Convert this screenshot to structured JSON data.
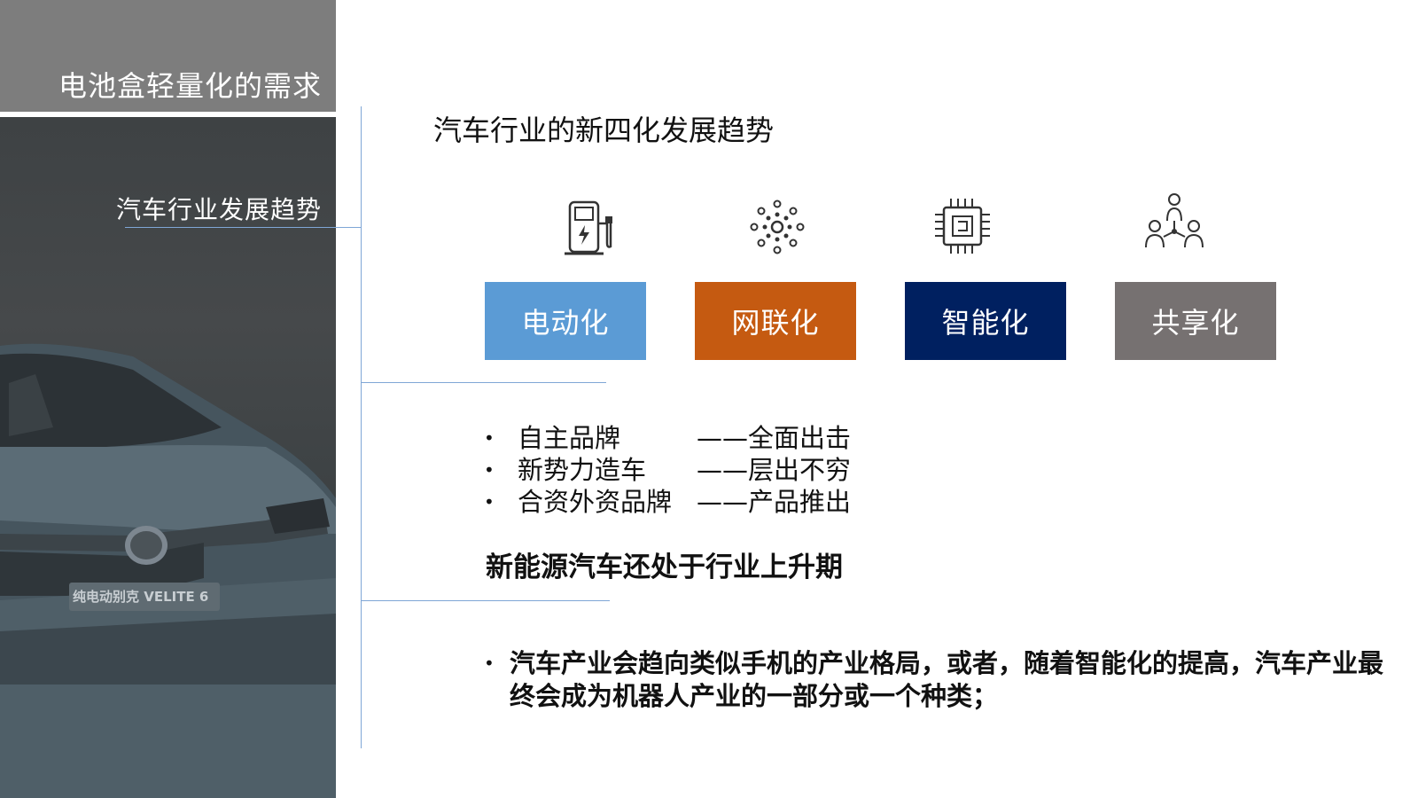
{
  "sidebar": {
    "title": "电池盒轻量化的需求",
    "section": "汽车行业发展趋势",
    "photo_badge": "纯电动别克 VELITE 6"
  },
  "main": {
    "title": "汽车行业的新四化发展趋势",
    "trends": [
      {
        "label": "电动化",
        "icon": "charging-station-icon",
        "color": "#5b9bd5"
      },
      {
        "label": "网联化",
        "icon": "network-nodes-icon",
        "color": "#c55a11"
      },
      {
        "label": "智能化",
        "icon": "chip-icon",
        "color": "#002060"
      },
      {
        "label": "共享化",
        "icon": "people-sharing-icon",
        "color": "#767171"
      }
    ],
    "bullets": [
      {
        "name": "自主品牌",
        "desc": "——全面出击"
      },
      {
        "name": "新势力造车",
        "desc": "——层出不穷"
      },
      {
        "name": "合资外资品牌",
        "desc": "——产品推出"
      }
    ],
    "bullet_glyph": "•",
    "statement": "新能源汽车还处于行业上升期",
    "paragraph": "汽车产业会趋向类似手机的产业格局，或者，随着智能化的提高，汽车产业最终会成为机器人产业的一部分或一个种类；"
  }
}
